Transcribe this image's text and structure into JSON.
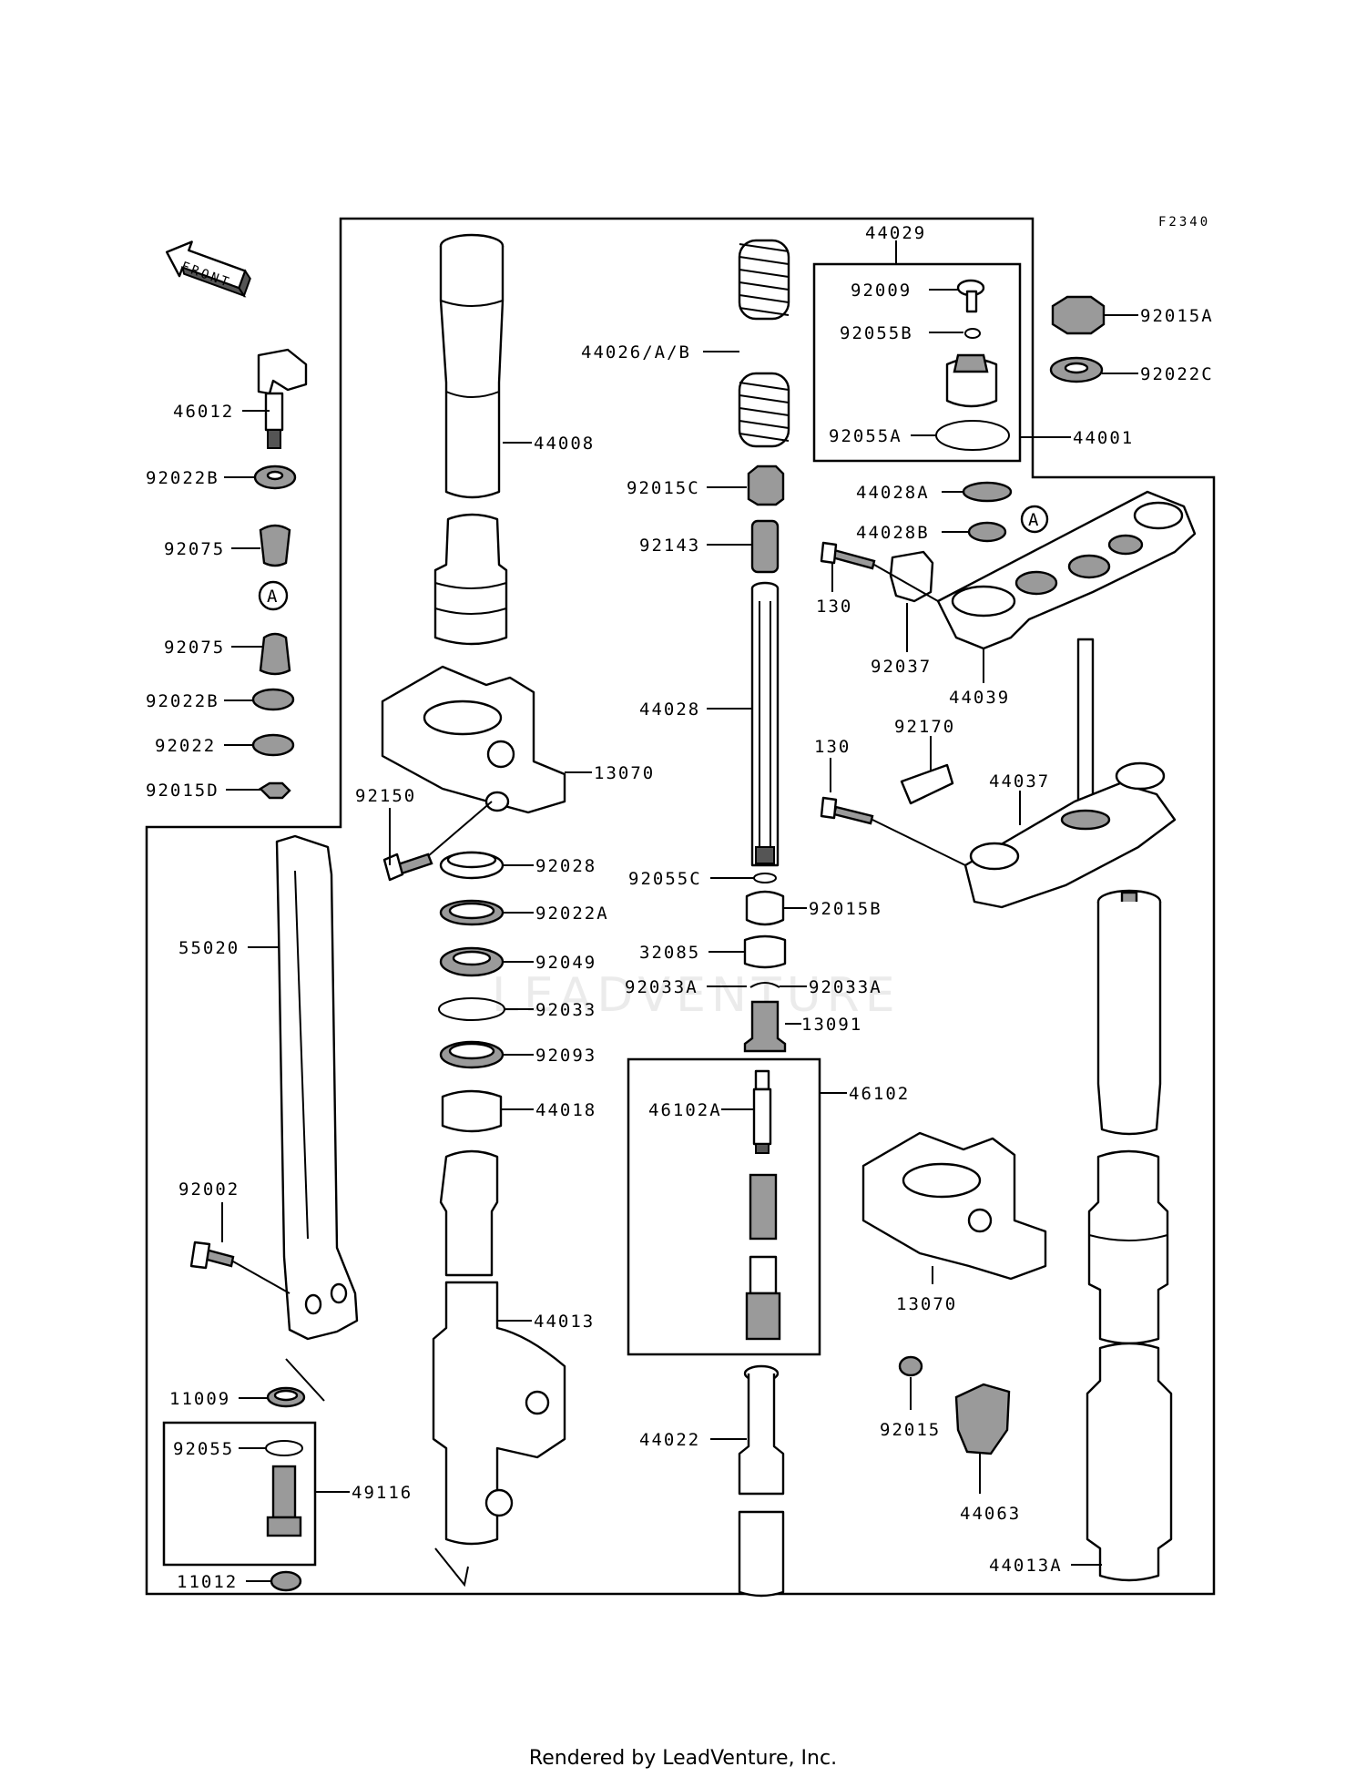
{
  "figure_code": "F2340",
  "front_label": "FRONT",
  "circle_ref": "A",
  "watermark": "LEADVENTURE",
  "footer": "Rendered by LeadVenture, Inc.",
  "parts": {
    "p46012": "46012",
    "p92022B_1": "92022B",
    "p92075_1": "92075",
    "p92075_2": "92075",
    "p92022B_2": "92022B",
    "p92022": "92022",
    "p92015D": "92015D",
    "p44008": "44008",
    "p13070_1": "13070",
    "p92150": "92150",
    "p92028": "92028",
    "p92022A": "92022A",
    "p92049": "92049",
    "p92033": "92033",
    "p92093": "92093",
    "p44018": "44018",
    "p55020": "55020",
    "p92002": "92002",
    "p44013": "44013",
    "p11009": "11009",
    "p92055": "92055",
    "p49116": "49116",
    "p11012": "11012",
    "p44026": "44026/A/B",
    "p92015C": "92015C",
    "p92143": "92143",
    "p44028": "44028",
    "p92055C": "92055C",
    "p92015B": "92015B",
    "p32085": "32085",
    "p92033A_1": "92033A",
    "p92033A_2": "92033A",
    "p13091": "13091",
    "p46102": "46102",
    "p46102A": "46102A",
    "p44022": "44022",
    "p44029": "44029",
    "p92009": "92009",
    "p92055B": "92055B",
    "p92055A": "92055A",
    "p44001": "44001",
    "p92015A": "92015A",
    "p92022C": "92022C",
    "p44028A": "44028A",
    "p44028B": "44028B",
    "p130_1": "130",
    "p92037": "92037",
    "p44039": "44039",
    "p130_2": "130",
    "p92170": "92170",
    "p44037": "44037",
    "p13070_2": "13070",
    "p92015": "92015",
    "p44063": "44063",
    "p44013A": "44013A"
  }
}
